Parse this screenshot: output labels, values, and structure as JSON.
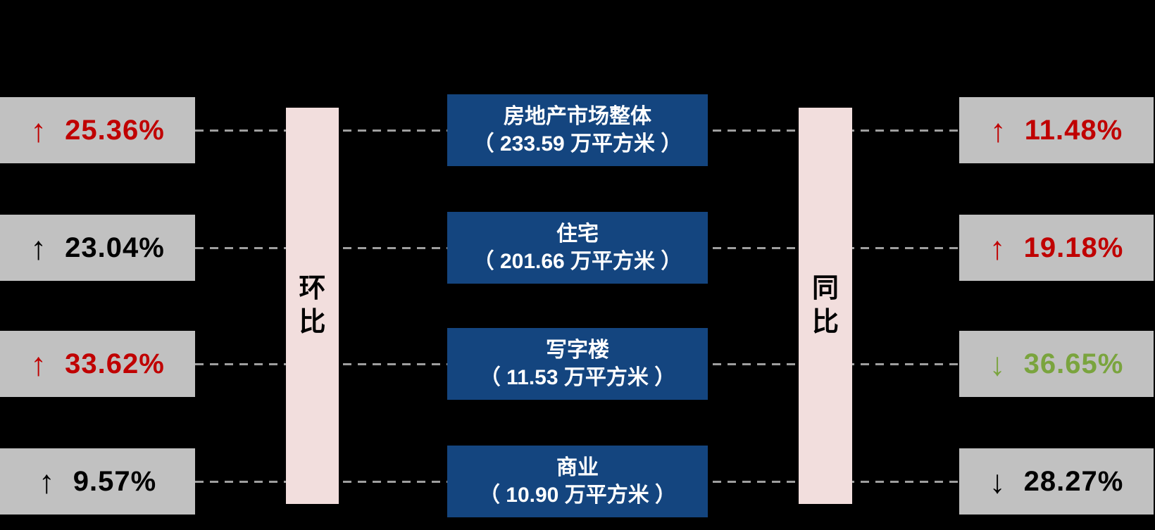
{
  "page": {
    "background": "#000000"
  },
  "comparison": {
    "left_axis_label": "环比",
    "right_axis_label": "同比"
  },
  "rows": [
    {
      "mom": {
        "arrow": "↑",
        "value": "25.36%",
        "color": "#c00000"
      },
      "category": {
        "name": "房地产市场整体",
        "area": "（ 233.59 万平方米 ）"
      },
      "yoy": {
        "arrow": "↑",
        "value": "11.48%",
        "color": "#c00000"
      }
    },
    {
      "mom": {
        "arrow": "↑",
        "value": "23.04%",
        "color": "#000000"
      },
      "category": {
        "name": "住宅",
        "area": "（ 201.66 万平方米 ）"
      },
      "yoy": {
        "arrow": "↑",
        "value": "19.18%",
        "color": "#c00000"
      }
    },
    {
      "mom": {
        "arrow": "↑",
        "value": "33.62%",
        "color": "#c00000"
      },
      "category": {
        "name": "写字楼",
        "area": "（ 11.53 万平方米 ）"
      },
      "yoy": {
        "arrow": "↓",
        "value": "36.65%",
        "color": "#7aa43e"
      }
    },
    {
      "mom": {
        "arrow": "↑",
        "value": "9.57%",
        "color": "#000000"
      },
      "category": {
        "name": "商业",
        "area": "（ 10.90 万平方米 ）"
      },
      "yoy": {
        "arrow": "↓",
        "value": "28.27%",
        "color": "#000000"
      }
    }
  ],
  "colors": {
    "box_gray": "#c1c1c1",
    "box_blue": "#14457f",
    "bar_pink": "#f2dedd",
    "increase_red": "#c00000",
    "decrease_green": "#7aa43e",
    "neutral_black": "#000000",
    "dash_gray": "#9e9e9e"
  }
}
